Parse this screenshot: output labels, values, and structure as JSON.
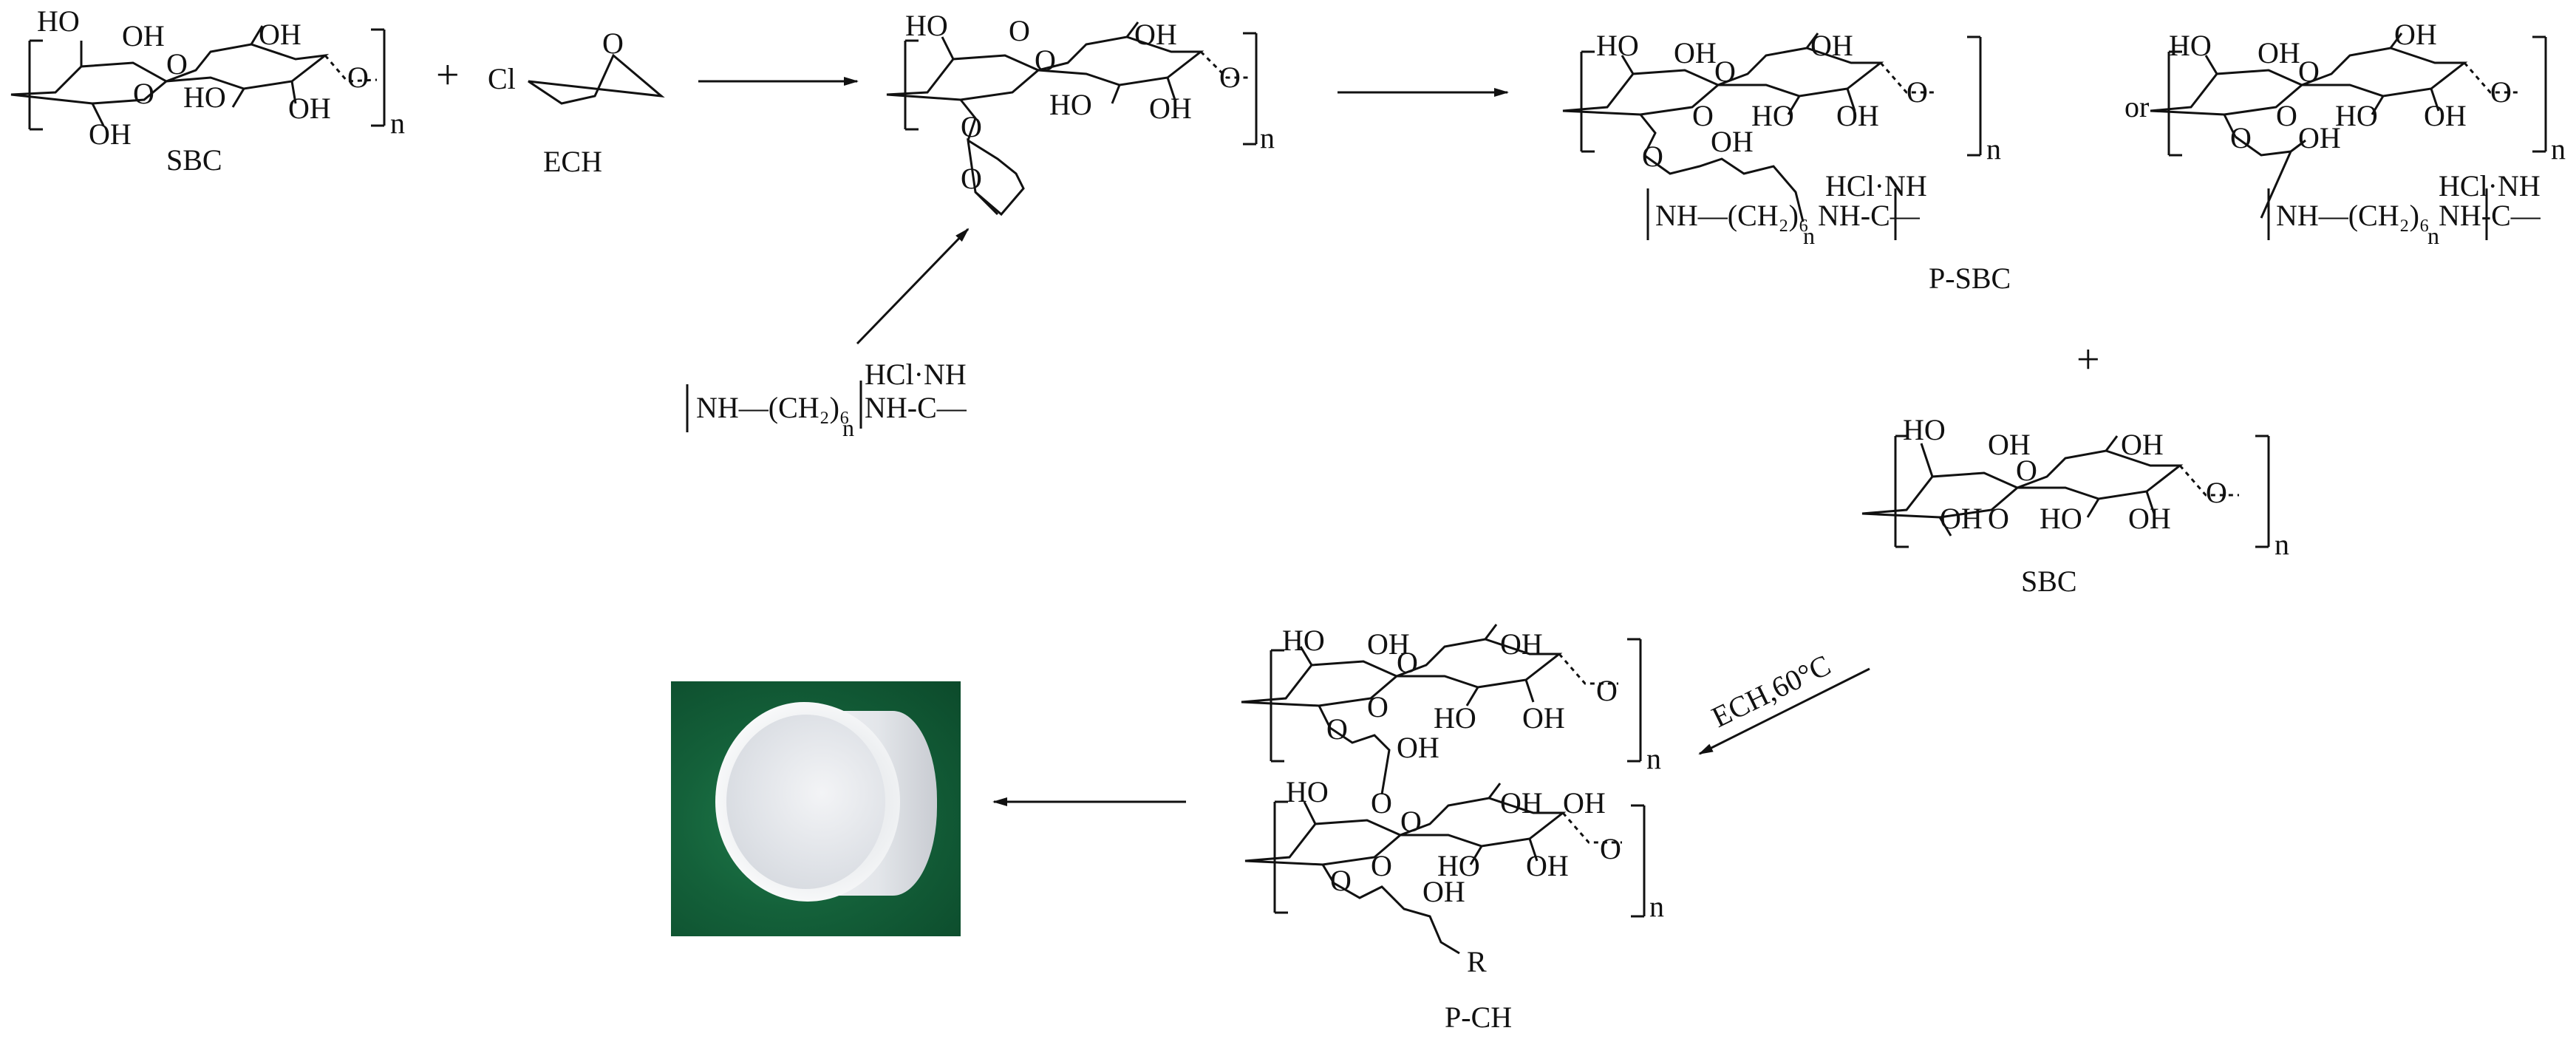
{
  "labels": {
    "sbc": "SBC",
    "ech": "ECH",
    "psbc": "P-SBC",
    "sbc2": "SBC",
    "pch": "P-CH",
    "or": "or",
    "plus": "+",
    "conditions": "ECH,60°C",
    "n": "n",
    "r": "R",
    "cl": "Cl",
    "o": "O",
    "oh": "OH",
    "ho": "HO",
    "hcl_nh": "HCl·NH",
    "nh_ch2": "NH—(CH₂)₆",
    "nh_c": "NH-C—",
    "c_eq": "C"
  },
  "colors": {
    "ink": "#111111",
    "photo_background": "#14613a",
    "cup": "#eef0f2"
  }
}
